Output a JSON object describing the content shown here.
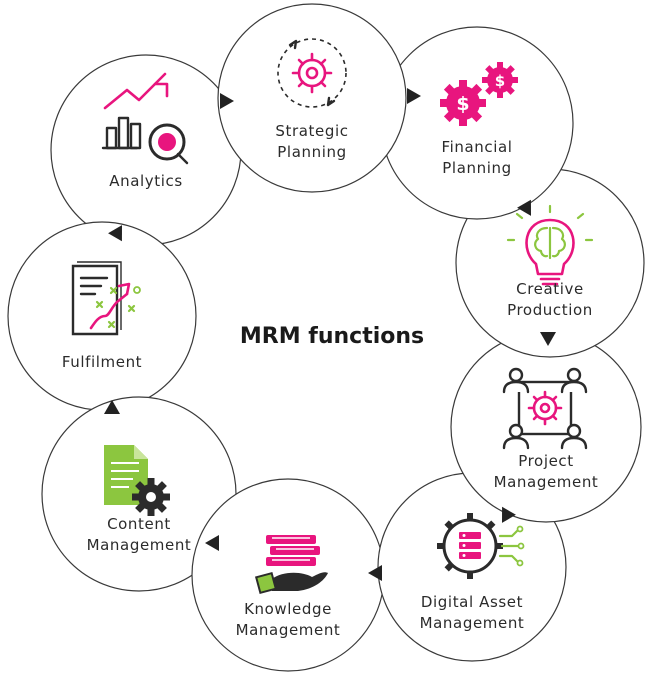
{
  "title": "MRM functions",
  "colors": {
    "accent_pink": "#e8157e",
    "accent_green": "#8cc63f",
    "line_dark": "#2b2b2b"
  },
  "nodes": [
    {
      "id": "strategic-planning",
      "icon": "gear-cycle-icon",
      "lines": [
        "Strategic",
        "Planning"
      ]
    },
    {
      "id": "financial-planning",
      "icon": "dollar-gears-icon",
      "lines": [
        "Financial",
        "Planning"
      ]
    },
    {
      "id": "creative-production",
      "icon": "brain-bulb-icon",
      "lines": [
        "Creative",
        "Production"
      ]
    },
    {
      "id": "project-management",
      "icon": "team-gear-icon",
      "lines": [
        "Project",
        "Management"
      ]
    },
    {
      "id": "digital-asset-management",
      "icon": "server-gear-icon",
      "lines": [
        "Digital Asset",
        "Management"
      ]
    },
    {
      "id": "knowledge-management",
      "icon": "books-hand-icon",
      "lines": [
        "Knowledge",
        "Management"
      ]
    },
    {
      "id": "content-management",
      "icon": "document-gear-icon",
      "lines": [
        "Content",
        "Management"
      ]
    },
    {
      "id": "fulfilment",
      "icon": "strategy-plan-icon",
      "lines": [
        "Fulfilment"
      ]
    },
    {
      "id": "analytics",
      "icon": "analytics-chart-icon",
      "lines": [
        "Analytics"
      ]
    }
  ]
}
